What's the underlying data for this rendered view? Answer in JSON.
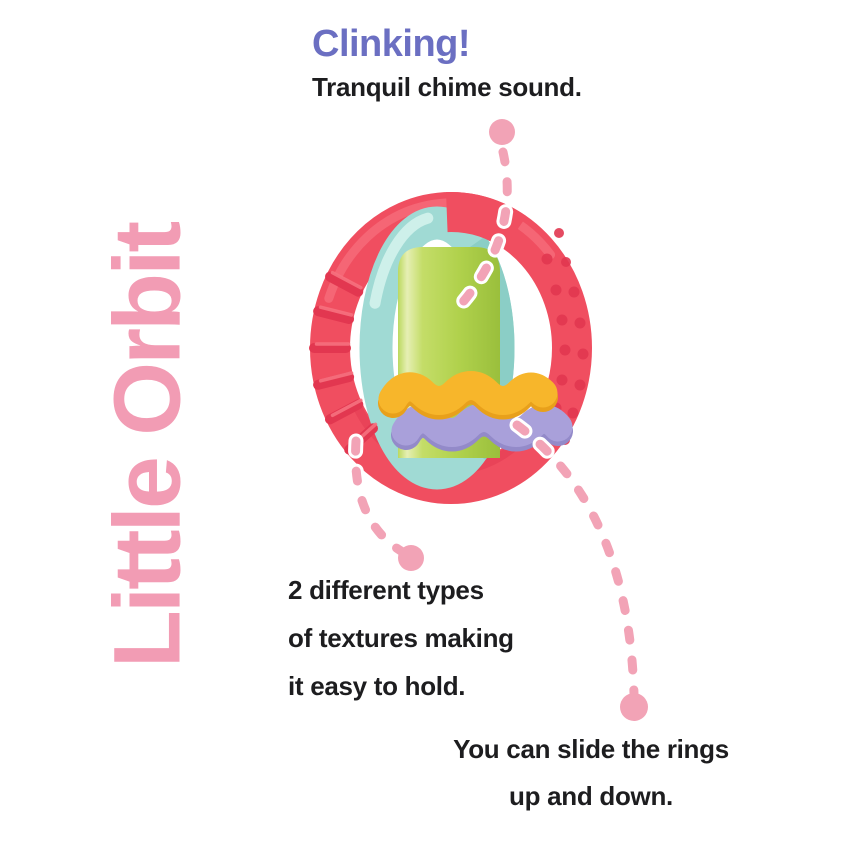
{
  "palette": {
    "background": "#FFFFFF",
    "title_pink": "#F29CB4",
    "heading_purple": "#6B6FC2",
    "text_dark": "#1D1D1F",
    "dash_pink": "#F2A3B6",
    "red_main": "#F04E60",
    "red_dark": "#E23750",
    "red_light": "#F7717F",
    "teal_main": "#A0DAD4",
    "teal_dark": "#8BCEC6",
    "teal_light": "#D3F2EC",
    "green_main": "#B2D24F",
    "yellow_main": "#F7B62B",
    "yellow_dark": "#E8A01B",
    "purple_main": "#A9A0DA",
    "purple_dark": "#938AC9"
  },
  "vertical_title": {
    "text": "Little Orbit"
  },
  "callouts": {
    "chime": {
      "heading": "Clinking!",
      "subtext": "Tranquil chime sound."
    },
    "texture": {
      "line1": "2 different types",
      "line2": "of textures making",
      "line3": "it easy to hold."
    },
    "slide": {
      "line1": "You can slide the rings",
      "line2": "up and down."
    }
  }
}
